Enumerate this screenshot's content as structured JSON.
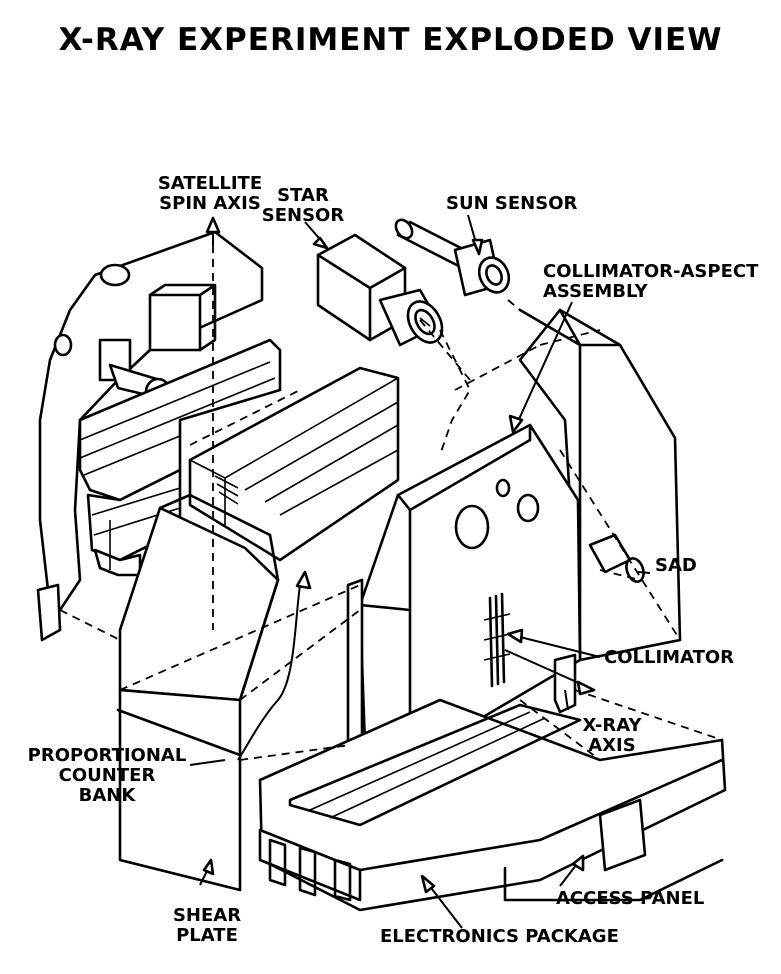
{
  "title": "X-RAY EXPERIMENT EXPLODED VIEW",
  "labels": {
    "satellite_spin_axis": [
      "SATELLITE",
      "SPIN AXIS"
    ],
    "star_sensor": [
      "STAR",
      "SENSOR"
    ],
    "sun_sensor": "SUN SENSOR",
    "collimator_aspect_assembly": [
      "COLLIMATOR-ASPECT",
      "ASSEMBLY"
    ],
    "sad": "SAD",
    "collimator": "COLLIMATOR",
    "xray_axis": [
      "X-RAY",
      "AXIS"
    ],
    "proportional_counter_bank": [
      "PROPORTIONAL",
      "COUNTER",
      "BANK"
    ],
    "shear_plate": [
      "SHEAR",
      "PLATE"
    ],
    "access_panel": "ACCESS PANEL",
    "electronics_package": "ELECTRONICS PACKAGE"
  }
}
